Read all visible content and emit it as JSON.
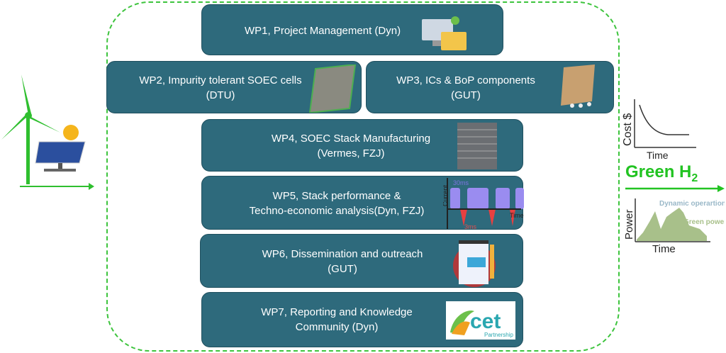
{
  "work_packages": [
    {
      "line1": "WP1, Project Management (Dyn)",
      "line2": ""
    },
    {
      "line1": "WP2, Impurity tolerant SOEC cells",
      "line2": "(DTU)"
    },
    {
      "line1": "WP3, ICs & BoP components",
      "line2": "(GUT)"
    },
    {
      "line1": "WP4, SOEC Stack Manufacturing",
      "line2": "(Vermes, FZJ)"
    },
    {
      "line1": "WP5, Stack performance &",
      "line2": "Techno-economic analysis(Dyn, FZJ)"
    },
    {
      "line1": "WP6, Dissemination and outreach",
      "line2": "(GUT)"
    },
    {
      "line1": "WP7,  Reporting and Knowledge",
      "line2": "Community (Dyn)"
    }
  ],
  "pulse_chart": {
    "y_label": "Current",
    "x_label": "Time",
    "top_label": "30ms",
    "bottom_label": "3ms"
  },
  "cost_chart": {
    "y_label": "Cost $",
    "x_label": "Time"
  },
  "green_h2": {
    "text": "Green H",
    "sub": "2"
  },
  "power_chart": {
    "y_label": "Power",
    "x_label": "Time",
    "label_dynamic": "Dynamic operartion",
    "label_green": "Green power"
  },
  "logo": {
    "text": "cet",
    "sub": "Partnership"
  },
  "colors": {
    "box": "#2e6a7c",
    "green": "#22c322",
    "dashed": "#3dc43d"
  }
}
